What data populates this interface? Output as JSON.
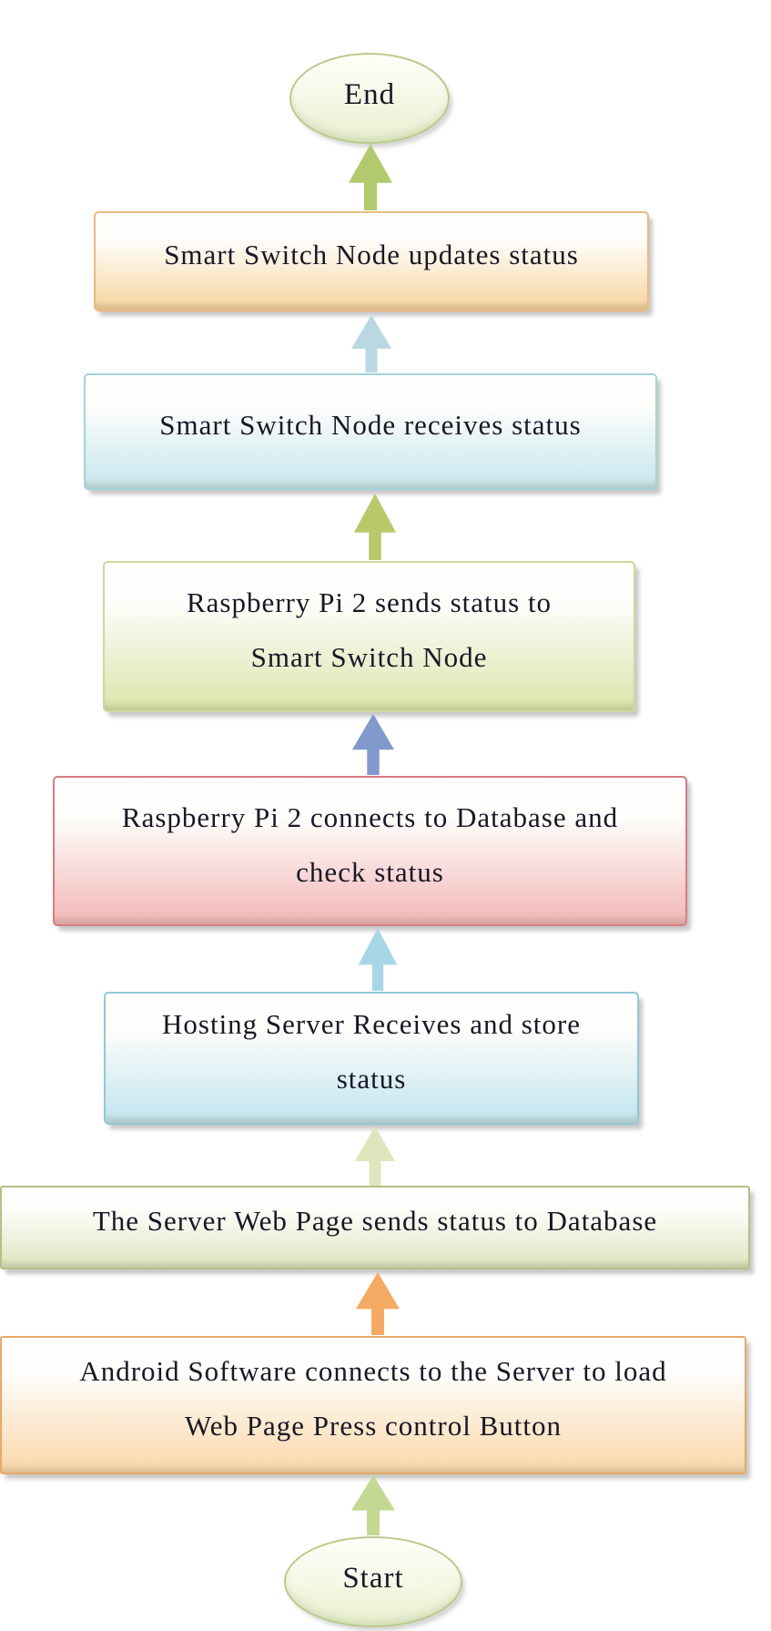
{
  "diagram": {
    "type": "flowchart",
    "direction": "bottom-to-top",
    "background": "#ffffff",
    "text_color": "#191726",
    "nodes": [
      {
        "id": "end",
        "kind": "terminator",
        "lines": [
          "End"
        ],
        "fill": "#e9f0cf",
        "border": "#b9ca8b"
      },
      {
        "id": "smart-switch-updates",
        "kind": "process",
        "lines": [
          "Smart Switch Node updates status"
        ],
        "fill": "#f9d5a0",
        "border": "#ecb97e"
      },
      {
        "id": "smart-switch-receives",
        "kind": "process",
        "lines": [
          "Smart Switch Node receives status"
        ],
        "fill": "#c6e7ee",
        "border": "#a4d2da"
      },
      {
        "id": "raspberry-pi-sends",
        "kind": "process",
        "lines": [
          "Raspberry Pi 2 sends status to",
          "Smart Switch Node"
        ],
        "fill": "#dbe5ab",
        "border": "#cfd89f"
      },
      {
        "id": "raspberry-pi-connects",
        "kind": "process",
        "lines": [
          "Raspberry Pi 2 connects to Database and",
          "check status"
        ],
        "fill": "#f3b7b7",
        "border": "#d97c82"
      },
      {
        "id": "hosting-server",
        "kind": "process",
        "lines": [
          "Hosting Server Receives and store",
          "status"
        ],
        "fill": "#c1e4ef",
        "border": "#93c8d8"
      },
      {
        "id": "server-web-page",
        "kind": "process",
        "lines": [
          "The Server Web Page sends status to Database"
        ],
        "fill": "#dce6bf",
        "border": "#b3c187"
      },
      {
        "id": "android-software",
        "kind": "process",
        "lines": [
          "Android Software connects to the Server to load",
          "Web Page Press control Button"
        ],
        "fill": "#fbd7a8",
        "border": "#e9a967"
      },
      {
        "id": "start",
        "kind": "terminator",
        "lines": [
          "Start"
        ],
        "fill": "#e9f0cf",
        "border": "#b9ca8b"
      }
    ],
    "arrows": [
      {
        "id": "updates-to-end",
        "direction": "up",
        "color": "#b2c96e"
      },
      {
        "id": "receives-to-updates",
        "direction": "up",
        "color": "#b9d8e2"
      },
      {
        "id": "sends-to-receives",
        "direction": "up",
        "color": "#b8c96a"
      },
      {
        "id": "connects-to-sends",
        "direction": "up",
        "color": "#8299cd"
      },
      {
        "id": "hosting-to-connects",
        "direction": "up",
        "color": "#a9d6e6"
      },
      {
        "id": "webpage-to-hosting",
        "direction": "up",
        "color": "#dde6bd"
      },
      {
        "id": "android-to-webpage",
        "direction": "up",
        "color": "#f4aa63"
      },
      {
        "id": "start-to-android",
        "direction": "up",
        "color": "#c3d892"
      }
    ]
  }
}
